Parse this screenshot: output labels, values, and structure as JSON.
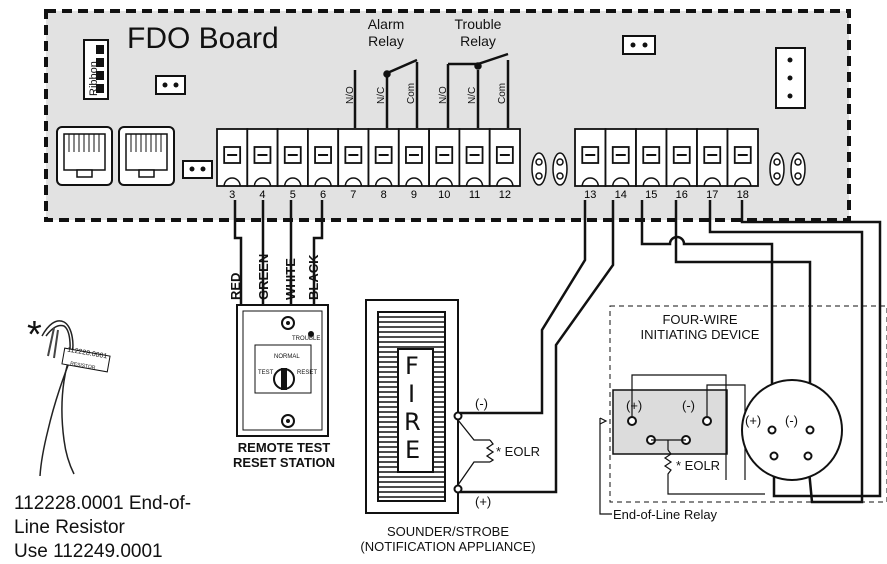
{
  "board": {
    "title": "FDO Board",
    "ribbon_label": "Ribbon",
    "alarm_relay": [
      "Alarm",
      "Relay"
    ],
    "trouble_relay": [
      "Trouble",
      "Relay"
    ],
    "relay_contacts": [
      "N/O",
      "N/C",
      "Com"
    ],
    "terminals_left": [
      "3",
      "4",
      "5",
      "6",
      "7",
      "8",
      "9",
      "10",
      "11",
      "12"
    ],
    "terminals_right": [
      "13",
      "14",
      "15",
      "16",
      "17",
      "18"
    ]
  },
  "wires": {
    "colors": [
      "RED",
      "GREEN",
      "WHITE",
      "BLACK"
    ]
  },
  "remote_station": {
    "caption": [
      "REMOTE TEST",
      "RESET STATION"
    ],
    "trouble": "TROUBLE",
    "normal": "NORMAL",
    "test": "TEST",
    "reset": "RESET"
  },
  "sounder": {
    "letters": [
      "F",
      "I",
      "R",
      "E"
    ],
    "neg": "(-)",
    "pos": "(+)",
    "eolr": "EOLR",
    "caption": [
      "SOUNDER/STROBE",
      "(NOTIFICATION APPLIANCE)"
    ]
  },
  "initiating": {
    "title": [
      "FOUR-WIRE",
      "INITIATING DEVICE"
    ],
    "pos": "(+)",
    "neg": "(-)",
    "eolr": "EOLR",
    "relay_label": "End-of-Line Relay"
  },
  "resistor": {
    "asterisk": "*",
    "tag_code": "112228.0001",
    "tag_word": "RESISTOR",
    "note": [
      "112228.0001 End-of-",
      "Line Resistor",
      "Use  112249.0001"
    ]
  }
}
